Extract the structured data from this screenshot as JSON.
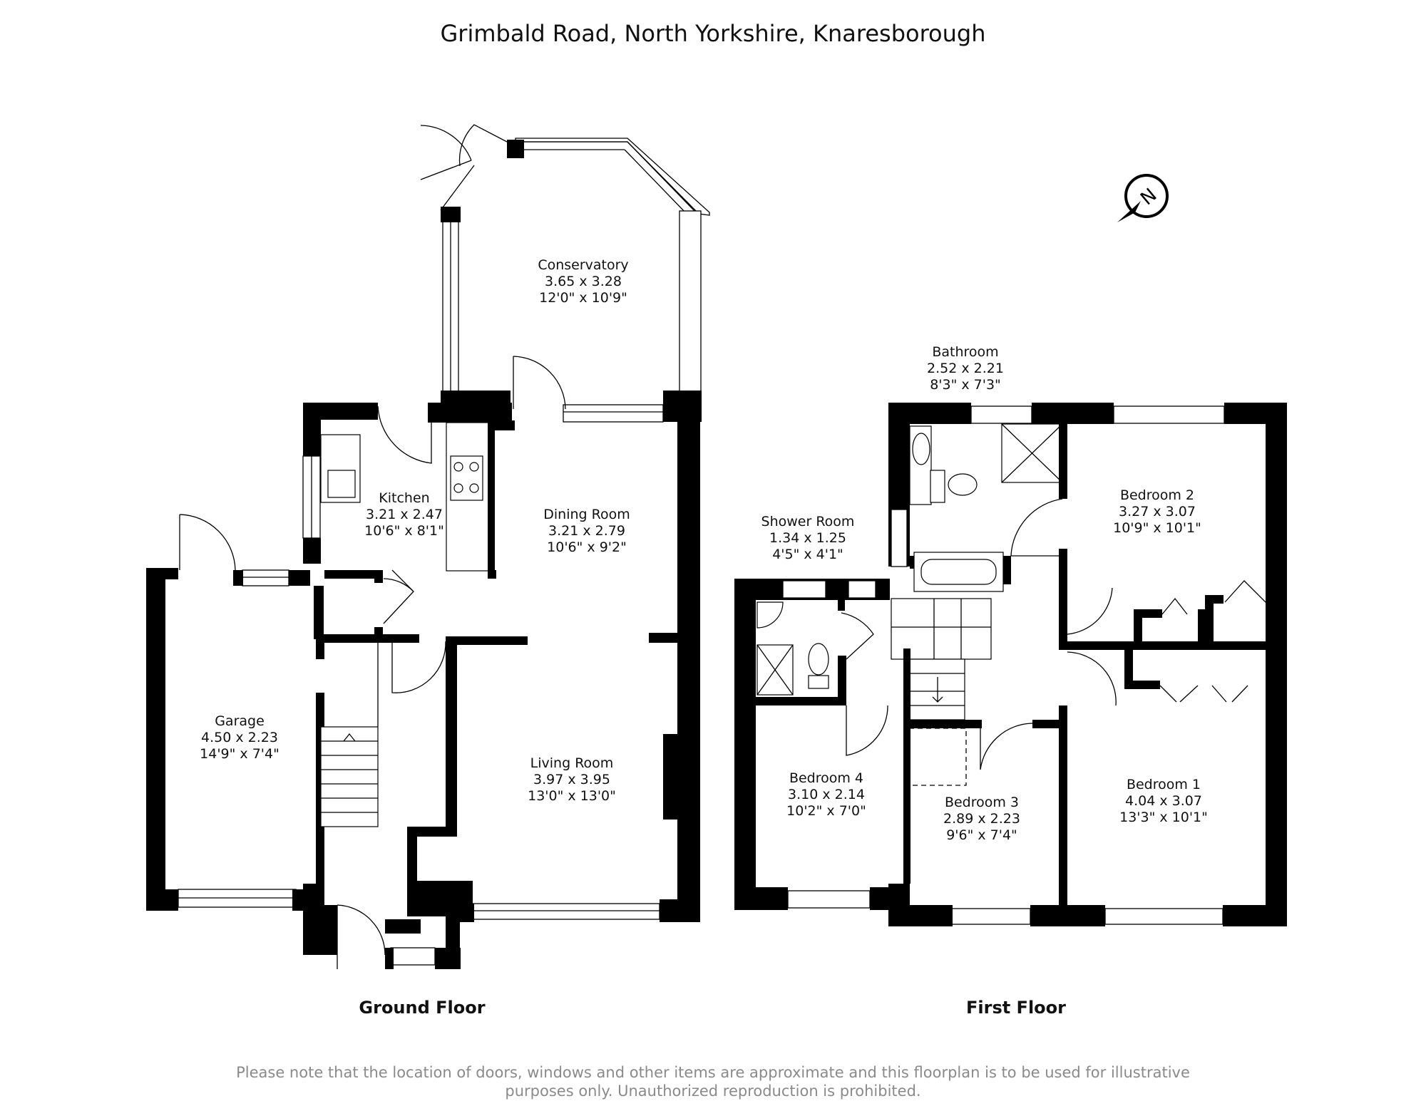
{
  "title": "Grimbald Road, North Yorkshire, Knaresborough",
  "compass": {
    "icon": "north-compass-icon",
    "letter": "N"
  },
  "floors": [
    {
      "label": "Ground Floor",
      "rooms": [
        {
          "name": "Conservatory",
          "metric": "3.65 x 3.28",
          "imperial": "12'0\" x 10'9\""
        },
        {
          "name": "Kitchen",
          "metric": "3.21 x 2.47",
          "imperial": "10'6\" x 8'1\""
        },
        {
          "name": "Dining Room",
          "metric": "3.21 x 2.79",
          "imperial": "10'6\" x 9'2\""
        },
        {
          "name": "Garage",
          "metric": "4.50 x 2.23",
          "imperial": "14'9\" x 7'4\""
        },
        {
          "name": "Living Room",
          "metric": "3.97 x 3.95",
          "imperial": "13'0\" x 13'0\""
        }
      ]
    },
    {
      "label": "First Floor",
      "rooms": [
        {
          "name": "Bathroom",
          "metric": "2.52 x 2.21",
          "imperial": "8'3\" x 7'3\""
        },
        {
          "name": "Shower Room",
          "metric": "1.34 x 1.25",
          "imperial": "4'5\" x 4'1\""
        },
        {
          "name": "Bedroom 2",
          "metric": "3.27 x 3.07",
          "imperial": "10'9\" x 10'1\""
        },
        {
          "name": "Bedroom 4",
          "metric": "3.10 x 2.14",
          "imperial": "10'2\" x 7'0\""
        },
        {
          "name": "Bedroom 3",
          "metric": "2.89 x 2.23",
          "imperial": "9'6\" x 7'4\""
        },
        {
          "name": "Bedroom 1",
          "metric": "4.04 x 3.07",
          "imperial": "13'3\" x 10'1\""
        }
      ]
    }
  ],
  "disclaimer": {
    "line1": "Please note that the location of doors, windows and other items are approximate and this floorplan is to be used for illustrative",
    "line2": "purposes only. Unauthorized reproduction is prohibited."
  }
}
